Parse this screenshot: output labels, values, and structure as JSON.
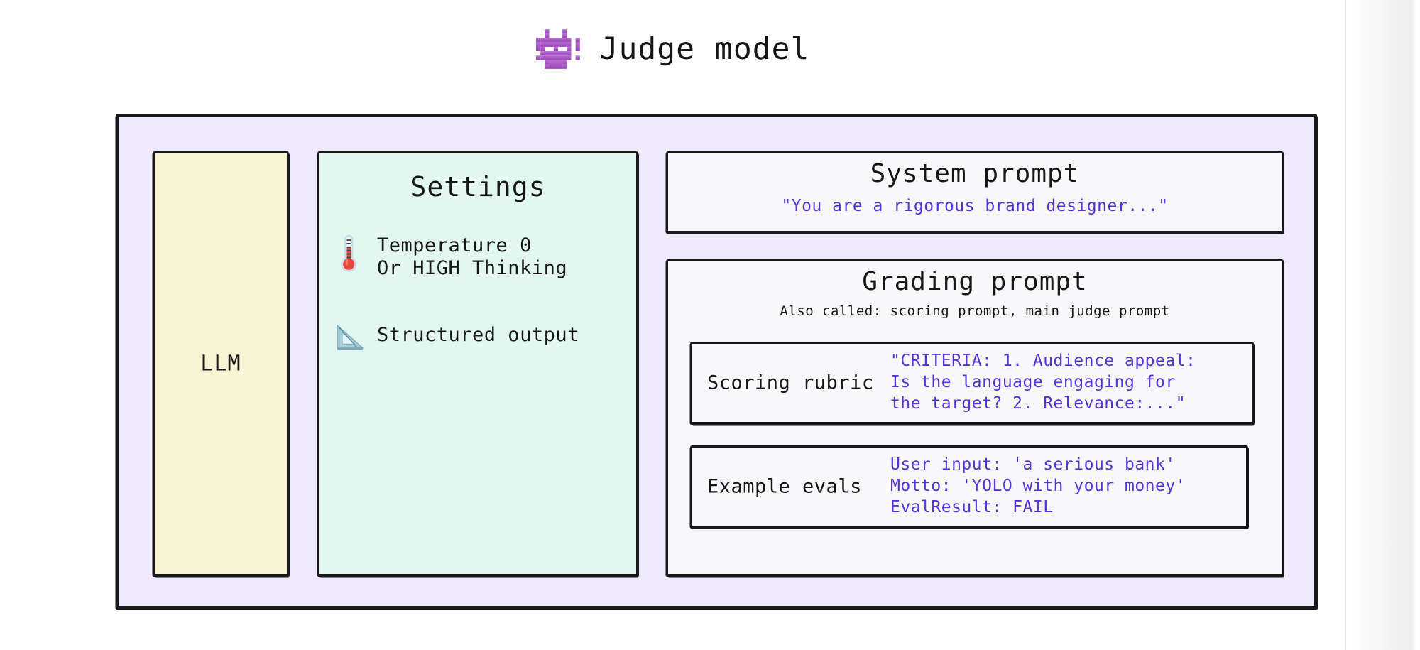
{
  "header": {
    "icon": "alien-monster-icon",
    "title": "Judge model",
    "icon_color": "#a855c8"
  },
  "llm": {
    "label": "LLM",
    "fill_color": "#faf3d3"
  },
  "settings": {
    "title": "Settings",
    "fill_color": "#e2f7f0",
    "rows": [
      {
        "icon": "thermometer-icon",
        "text": "Temperature 0\nOr HIGH Thinking"
      },
      {
        "icon": "triangular-ruler-icon",
        "text": "Structured output"
      }
    ]
  },
  "system_prompt": {
    "title": "System prompt",
    "text": "\"You are a rigorous brand designer...\""
  },
  "grading_prompt": {
    "title": "Grading prompt",
    "subtitle": "Also called: scoring prompt, main judge prompt",
    "cards": [
      {
        "label": "Scoring rubric",
        "value": "\"CRITERIA: 1. Audience appeal:\nIs the language engaging for\nthe target? 2. Relevance:...\""
      },
      {
        "label": "Example evals",
        "value": "User input: 'a serious bank'\nMotto: 'YOLO with your money'\nEvalResult: FAIL"
      }
    ]
  },
  "colors": {
    "panel_background": "#eeeafb",
    "prompt_text": "#5533dd",
    "outline": "#18181b",
    "page_background": "#ffffff"
  }
}
